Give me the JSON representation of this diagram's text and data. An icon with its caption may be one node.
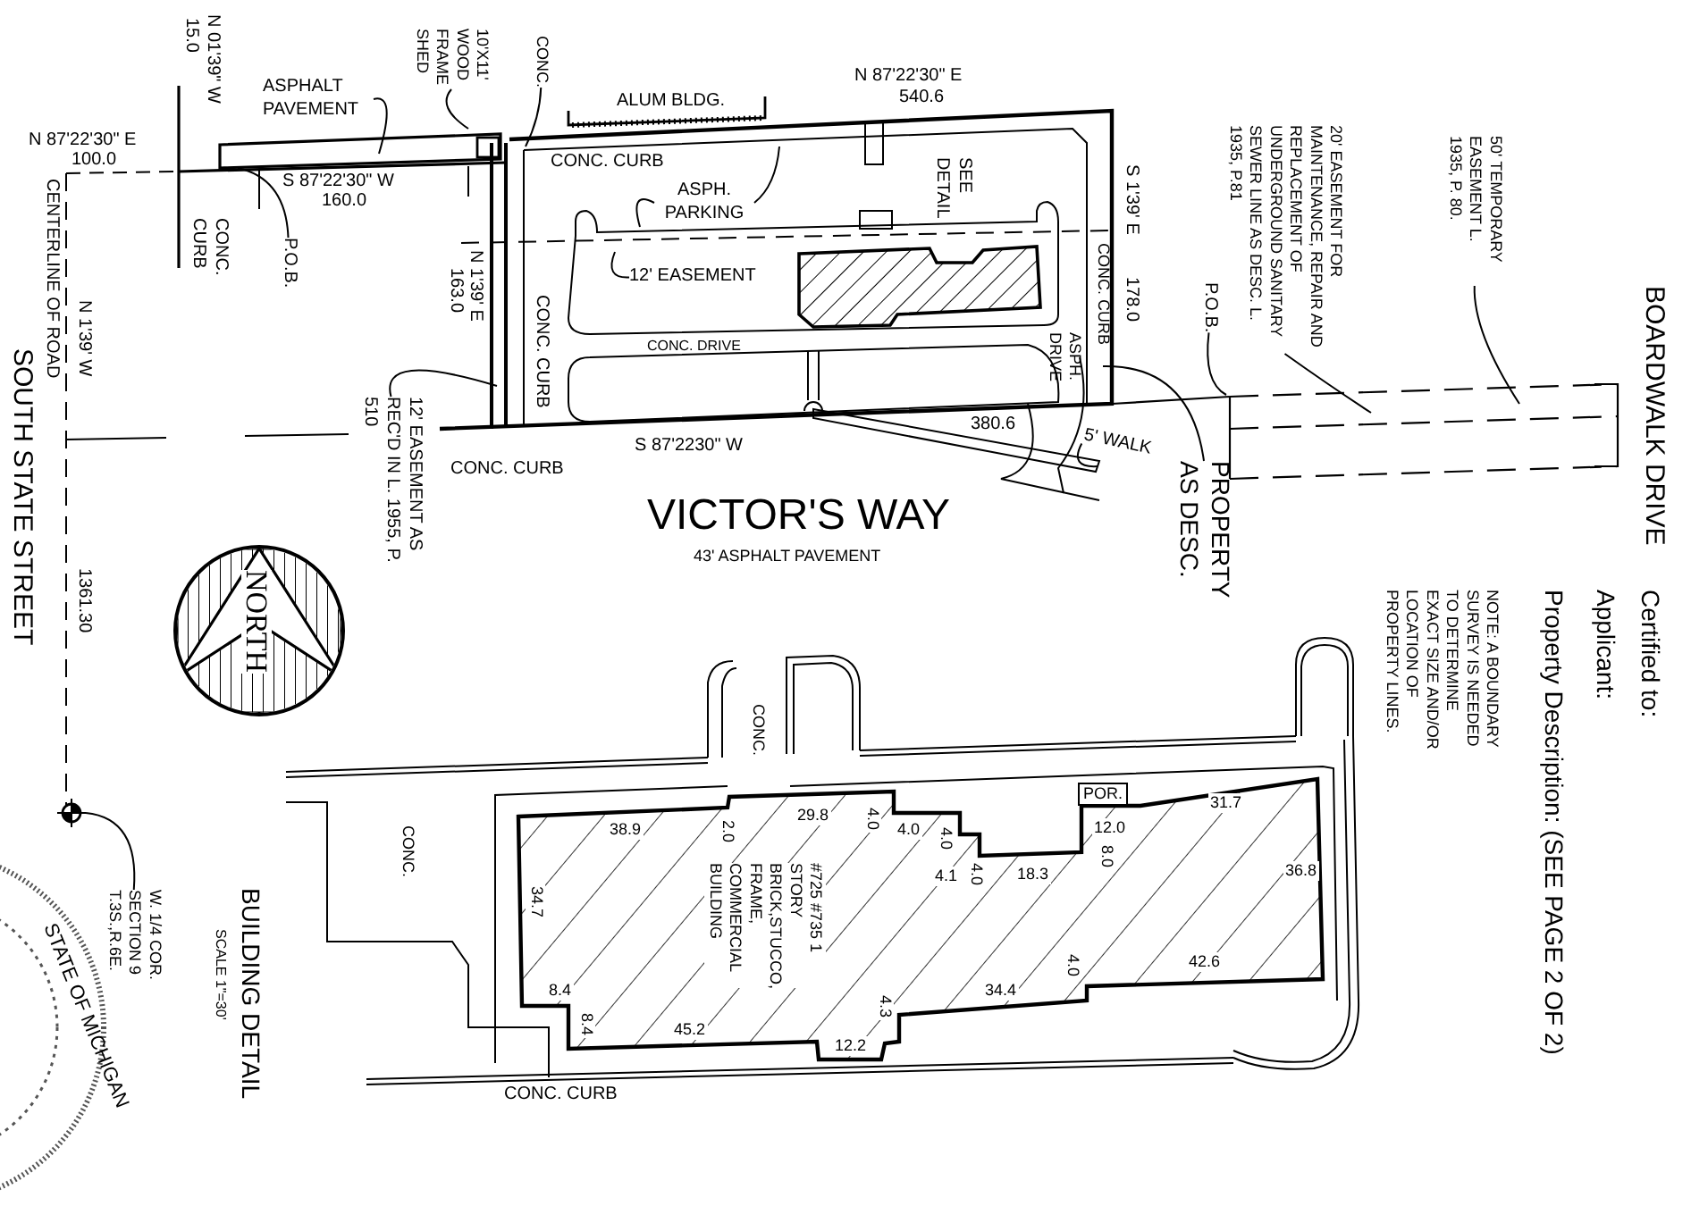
{
  "diagram": {
    "nodes": [
      {
        "text": [
          "ASPHALT PAVEMENT"
        ]
      },
      {
        "text": [
          "10'X11' WOOD FRAME SHED"
        ]
      },
      {
        "text": [
          "CONC."
        ]
      },
      {
        "text": [
          "P.O.B."
        ]
      },
      {
        "text": [
          "12' EASEMENT AS REC'D IN L. 1955, P. 510"
        ]
      },
      {
        "text": [
          "ASPH. PARKING"
        ]
      },
      {
        "text": [
          "12' EASEMENT"
        ]
      },
      {
        "text": [
          "5' WALK"
        ]
      },
      {
        "text": [
          "PROPERTY AS DESC."
        ]
      },
      {
        "text": [
          "P.O.B."
        ]
      },
      {
        "text": [
          "20' EASEMENT FOR MAINTENANCE, REPAIR AND REPLACEMENT OF UNDERGROUND SANITARY SEWER LINE AS DESC. L. 1935, P.81"
        ]
      },
      {
        "text": [
          "50' TEMPORARY EASEMENT L. 1935, P. 80."
        ]
      },
      {
        "text": [
          "W. 1/4 COR. SECTION 9 T.3S.,R.6E."
        ]
      },
      {
        "text": [
          "NORTH"
        ]
      },
      {
        "text": [
          "POR."
        ]
      },
      {
        "text": [],
        "shape": "circle"
      },
      {
        "text": [],
        "shape": "bar"
      }
    ],
    "edges": [
      {
        "from": 0,
        "to": null,
        "arrow": "none"
      },
      {
        "from": 1,
        "to": null,
        "arrow": "none"
      },
      {
        "from": 2,
        "to": null,
        "arrow": "none"
      },
      {
        "from": 3,
        "to": null,
        "arrow": "none"
      },
      {
        "from": 4,
        "to": null,
        "arrow": "none"
      },
      {
        "from": 5,
        "to": null,
        "arrow": "none"
      },
      {
        "from": 5,
        "to": null,
        "arrow": "none"
      },
      {
        "from": 6,
        "to": null,
        "arrow": "none"
      },
      {
        "from": 7,
        "to": 16,
        "arrow": "none"
      },
      {
        "from": 8,
        "to": null,
        "arrow": "none"
      },
      {
        "from": 9,
        "to": null,
        "arrow": "none"
      },
      {
        "from": 10,
        "to": null,
        "arrow": "none"
      },
      {
        "from": 11,
        "to": null,
        "arrow": "none"
      },
      {
        "from": 12,
        "to": 15,
        "arrow": "none"
      }
    ],
    "labels": [
      "N 01'39\" W",
      "15.0",
      "N 87'22'30\" E",
      "100.0",
      "CENTERLINE OF ROAD",
      "N 1'39' W",
      "SOUTH STATE STREET",
      "1361.30",
      "S 87'22'30\" W",
      "160.0",
      "CONC. CURB",
      "ALUM BLDG.",
      "N 87'22'30\" E",
      "540.6",
      "CONC. CURB",
      "SEE DETAIL",
      "S 1'39' E",
      "178.0",
      "N 1'39' E",
      "163.0",
      "CONC. CURB",
      "CONC. CURB",
      "CONC. DRIVE",
      "ASPH. DRIVE",
      "CONC. CURB",
      "S 87'2230\" W",
      "380.6",
      "VICTOR'S WAY",
      "43' ASPHALT PAVEMENT",
      "BOARDWALK DRIVE",
      "Certified to:",
      "Applicant:",
      "Property Description: (SEE PAGE 2 OF 2)",
      "NOTE: A BOUNDARY SURVEY IS NEEDED TO DETERMINE EXACT SIZE AND/OR LOCATION OF PROPERTY LINES.",
      "CONC.",
      "CONC.",
      "BUILDING DETAIL",
      "SCALE 1\"=30'",
      "STATE OF MICHIGAN",
      "#725 #735 1 STORY BRICK,STUCCO, FRAME, COMMERCIAL BUILDING",
      "38.9",
      "2.0",
      "29.8",
      "4.0",
      "4.0",
      "4.0",
      "4.0",
      "4.1",
      "18.3",
      "12.0",
      "8.0",
      "31.7",
      "36.8",
      "42.6",
      "4.0",
      "34.4",
      "4.3",
      "12.2",
      "45.2",
      "8.4",
      "8.4",
      "34.7",
      "CONC. CURB"
    ]
  }
}
